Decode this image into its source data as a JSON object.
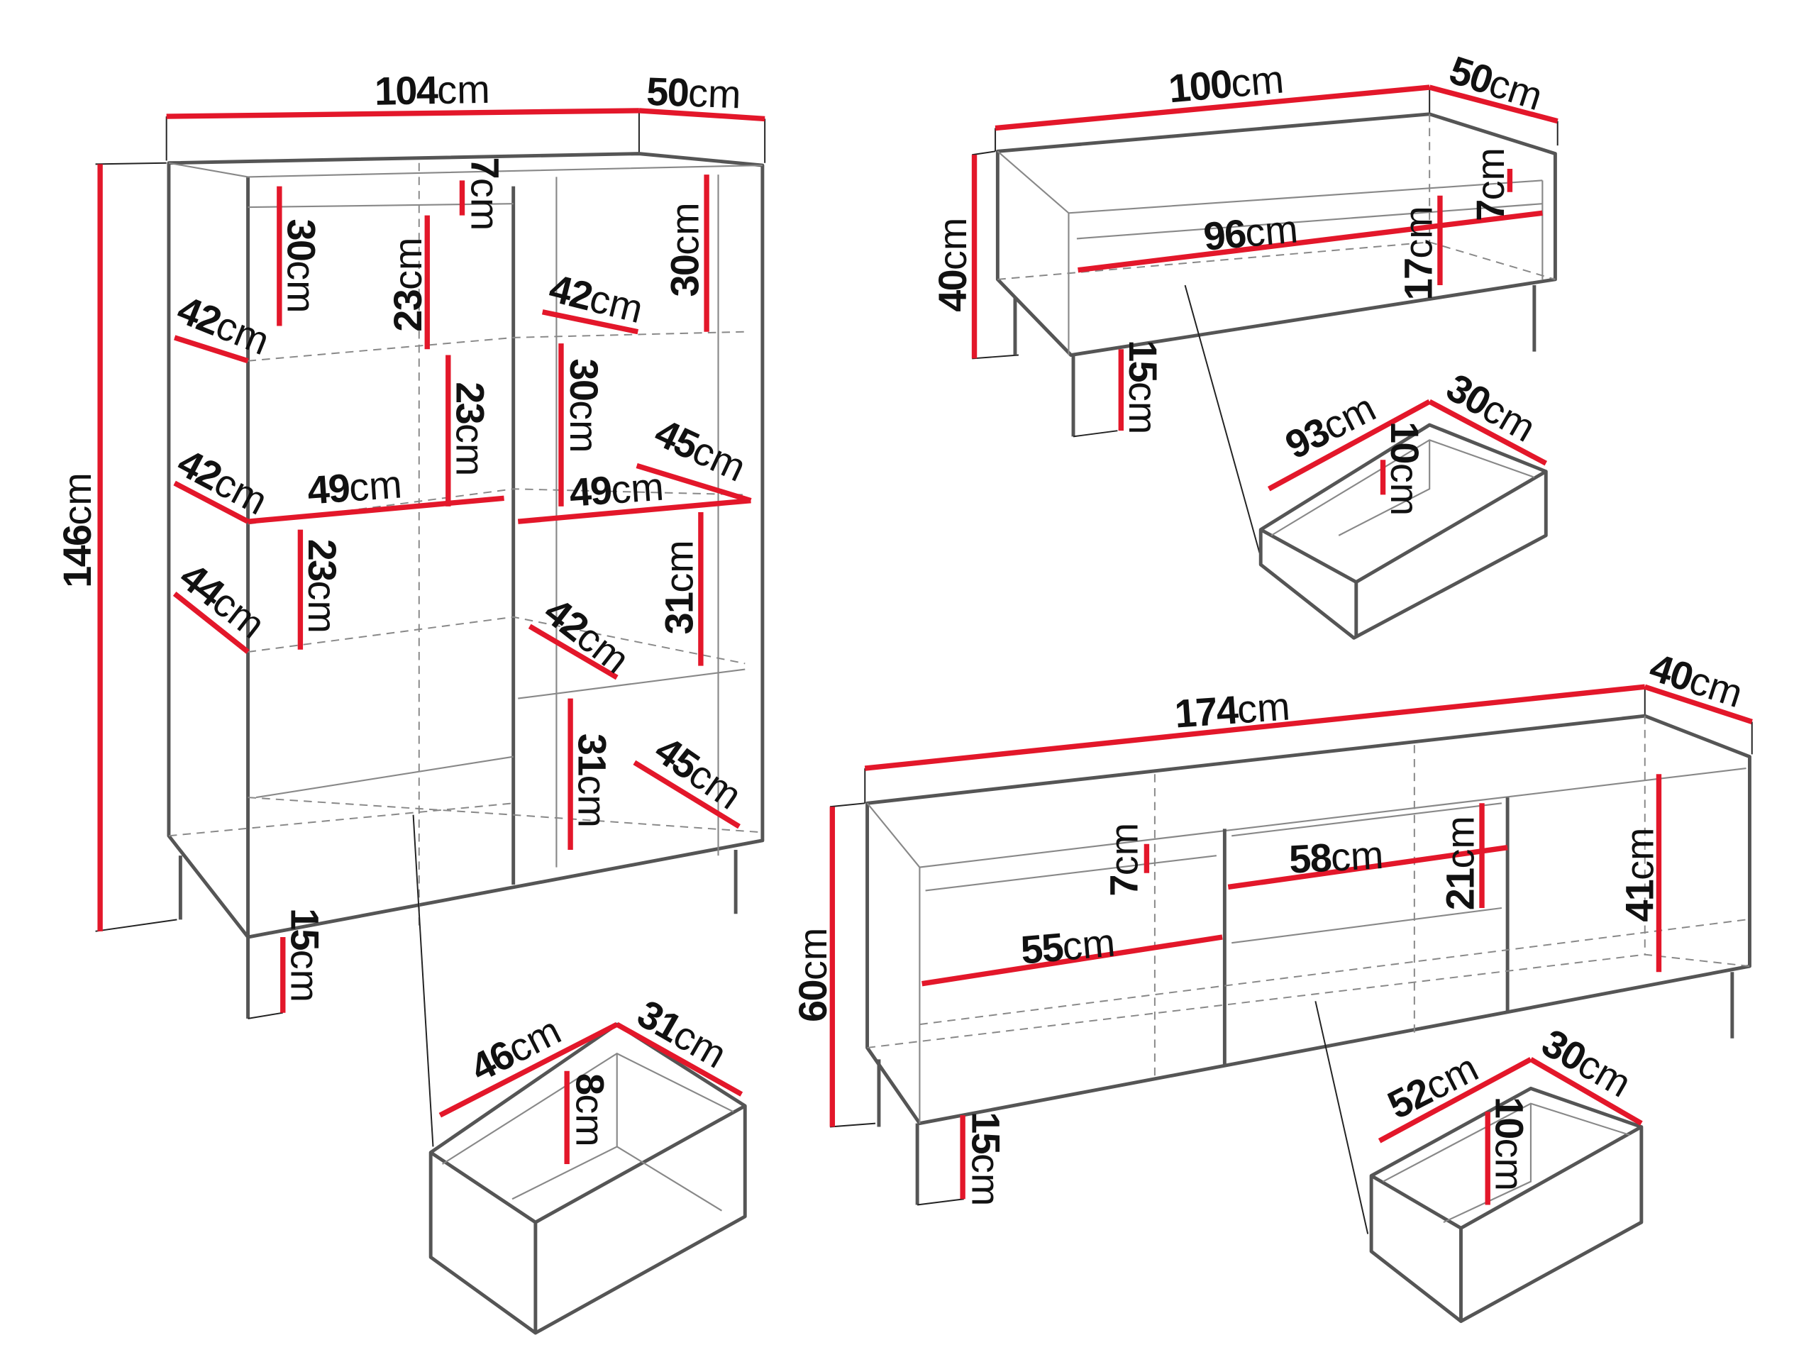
{
  "accent_color": "#e3172a",
  "outline_color": "#555555",
  "highboard": {
    "width": {
      "value": "104",
      "unit": "cm"
    },
    "depth": {
      "value": "50",
      "unit": "cm"
    },
    "height": {
      "value": "146",
      "unit": "cm"
    },
    "top_rail": {
      "value": "7",
      "unit": "cm"
    },
    "left_top_height": {
      "value": "30",
      "unit": "cm"
    },
    "mid_top_height": {
      "value": "23",
      "unit": "cm"
    },
    "left_shelf1_depth": {
      "value": "42",
      "unit": "cm"
    },
    "mid_mid_height": {
      "value": "23",
      "unit": "cm"
    },
    "left_shelf2_depth": {
      "value": "42",
      "unit": "cm"
    },
    "left_shelf_width": {
      "value": "49",
      "unit": "cm"
    },
    "left_low_height": {
      "value": "23",
      "unit": "cm"
    },
    "left_shelf3_depth": {
      "value": "44",
      "unit": "cm"
    },
    "leg_height": {
      "value": "15",
      "unit": "cm"
    },
    "right_shelf1_depth": {
      "value": "42",
      "unit": "cm"
    },
    "right_top_height": {
      "value": "30",
      "unit": "cm"
    },
    "right_mid_height": {
      "value": "30",
      "unit": "cm"
    },
    "right_shelf2_depth": {
      "value": "45",
      "unit": "cm"
    },
    "right_shelf_width": {
      "value": "49",
      "unit": "cm"
    },
    "right_low_height": {
      "value": "31",
      "unit": "cm"
    },
    "right_shelf3_depth": {
      "value": "42",
      "unit": "cm"
    },
    "right_bottom_height": {
      "value": "31",
      "unit": "cm"
    },
    "right_bottom_depth": {
      "value": "45",
      "unit": "cm"
    },
    "drawer": {
      "width": {
        "value": "46",
        "unit": "cm"
      },
      "depth": {
        "value": "31",
        "unit": "cm"
      },
      "height": {
        "value": "8",
        "unit": "cm"
      }
    }
  },
  "coffee_table": {
    "width": {
      "value": "100",
      "unit": "cm"
    },
    "depth": {
      "value": "50",
      "unit": "cm"
    },
    "height": {
      "value": "40",
      "unit": "cm"
    },
    "top_rail": {
      "value": "7",
      "unit": "cm"
    },
    "inner_width": {
      "value": "96",
      "unit": "cm"
    },
    "inner_height": {
      "value": "17",
      "unit": "cm"
    },
    "leg_height": {
      "value": "15",
      "unit": "cm"
    },
    "drawer": {
      "width": {
        "value": "93",
        "unit": "cm"
      },
      "depth": {
        "value": "30",
        "unit": "cm"
      },
      "height": {
        "value": "10",
        "unit": "cm"
      }
    }
  },
  "tv_stand": {
    "width": {
      "value": "174",
      "unit": "cm"
    },
    "depth": {
      "value": "40",
      "unit": "cm"
    },
    "height": {
      "value": "60",
      "unit": "cm"
    },
    "top_rail": {
      "value": "7",
      "unit": "cm"
    },
    "mid_width": {
      "value": "58",
      "unit": "cm"
    },
    "mid_height": {
      "value": "21",
      "unit": "cm"
    },
    "right_height": {
      "value": "41",
      "unit": "cm"
    },
    "left_width": {
      "value": "55",
      "unit": "cm"
    },
    "leg_height": {
      "value": "15",
      "unit": "cm"
    },
    "drawer": {
      "width": {
        "value": "52",
        "unit": "cm"
      },
      "depth": {
        "value": "30",
        "unit": "cm"
      },
      "height": {
        "value": "10",
        "unit": "cm"
      }
    }
  }
}
